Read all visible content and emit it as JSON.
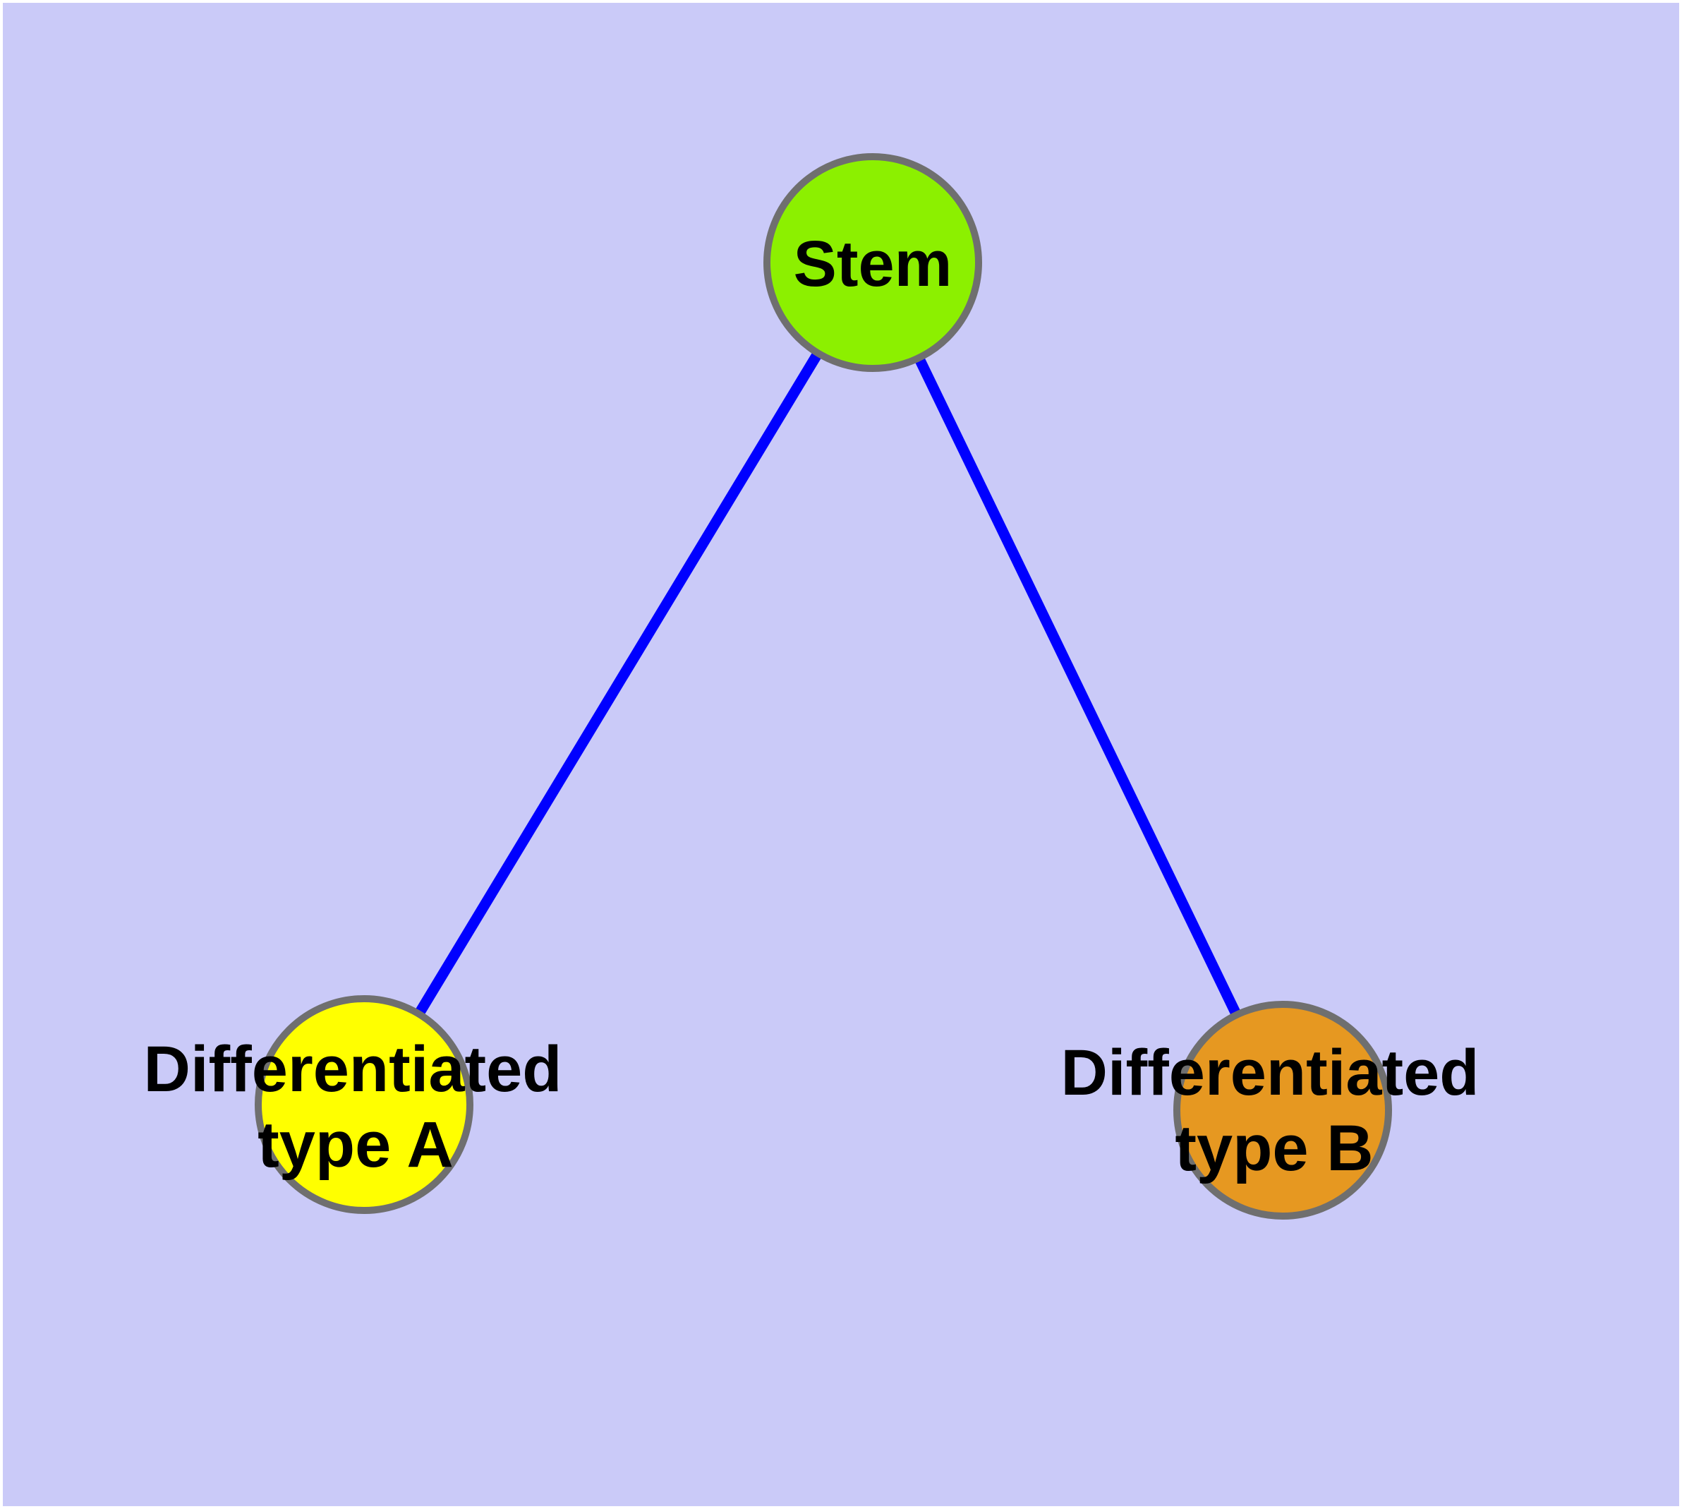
{
  "figure": {
    "page_background": "#FFFFFF",
    "canvas_color": "#CACAF8",
    "text_color": "#000000"
  },
  "graph": {
    "type": "node-link-diagram",
    "edge_color": "#0000FF",
    "node_border_color": "#6F6F6F",
    "nodes": [
      {
        "id": "stem",
        "label": "Stem",
        "fill": "#8CF000"
      },
      {
        "id": "differentiated-type-a",
        "label_line1": "Differentiated",
        "label_line2": "type A",
        "label": "Differentiated type A",
        "fill": "#FFFF00"
      },
      {
        "id": "differentiated-type-b",
        "label_line1": "Differentiated",
        "label_line2": "type B",
        "label": "Differentiated type B",
        "fill": "#E69821"
      }
    ],
    "edges": [
      {
        "from": "stem",
        "to": "differentiated-type-a"
      },
      {
        "from": "stem",
        "to": "differentiated-type-b"
      }
    ]
  }
}
